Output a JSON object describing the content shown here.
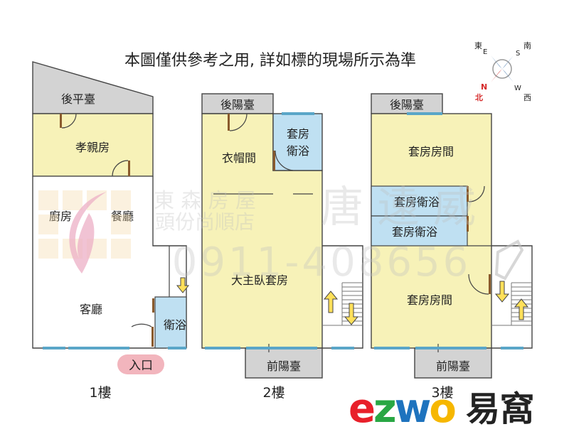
{
  "title": "本圖僅供參考之用, 詳如標的現場所示為準",
  "compass": {
    "east": "東",
    "east_letter": "E",
    "south": "南",
    "south_letter": "S",
    "north": "北",
    "north_letter": "N",
    "west": "西",
    "west_letter": "W"
  },
  "floors": [
    {
      "label": "1樓",
      "rooms": {
        "back_terrace": "後平臺",
        "elder_room": "孝親房",
        "kitchen": "廚房",
        "dining": "餐廳",
        "living": "客廳",
        "bathroom": "衛浴"
      },
      "entrance": "入口"
    },
    {
      "label": "2樓",
      "rooms": {
        "back_balcony": "後陽臺",
        "suite_bath": "套房\n衛浴",
        "walk_in_closet": "衣帽間",
        "master_suite": "大主臥套房",
        "front_balcony": "前陽臺"
      }
    },
    {
      "label": "3樓",
      "rooms": {
        "back_balcony": "後陽臺",
        "suite_room_top": "套房房間",
        "suite_bath_1": "套房衛浴",
        "suite_bath_2": "套房衛浴",
        "suite_room_bottom": "套房房間",
        "front_balcony": "前陽臺"
      }
    }
  ],
  "watermark": {
    "agency_line1": "東 森 房 屋",
    "agency_line2": "頭份尚順店",
    "agent_name": "唐  遠  威",
    "phone": "0911-408656"
  },
  "logo": {
    "latin": "ezwo",
    "chinese": "易窩"
  },
  "colors": {
    "room_yellow": "#f7f2b8",
    "bath_blue": "#bfe0f2",
    "terrace_gray": "#d3d3d3",
    "entrance_pink": "#f2b5bd",
    "arrow_yellow": "#ffe05a",
    "logo_red": "#e8202a",
    "logo_green": "#29a744",
    "logo_blue": "#1e73be",
    "logo_yellow": "#f6b700"
  }
}
